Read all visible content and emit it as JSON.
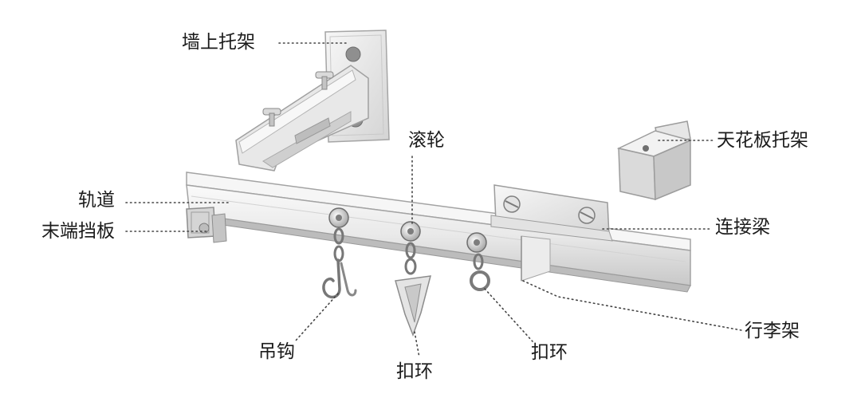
{
  "labels": {
    "wall_bracket": "墙上托架",
    "roller": "滚轮",
    "ceiling_bracket": "天花板托架",
    "track": "轨道",
    "end_stop": "末端挡板",
    "connector_beam": "连接梁",
    "hook": "吊钩",
    "clasp_ring_1": "扣环",
    "clasp_ring_2": "扣环",
    "luggage_rack": "行李架"
  },
  "colors": {
    "metal_light": "#f4f4f4",
    "metal_mid": "#dcdcdc",
    "metal_dark": "#9a9a9a",
    "leader": "#444444"
  }
}
